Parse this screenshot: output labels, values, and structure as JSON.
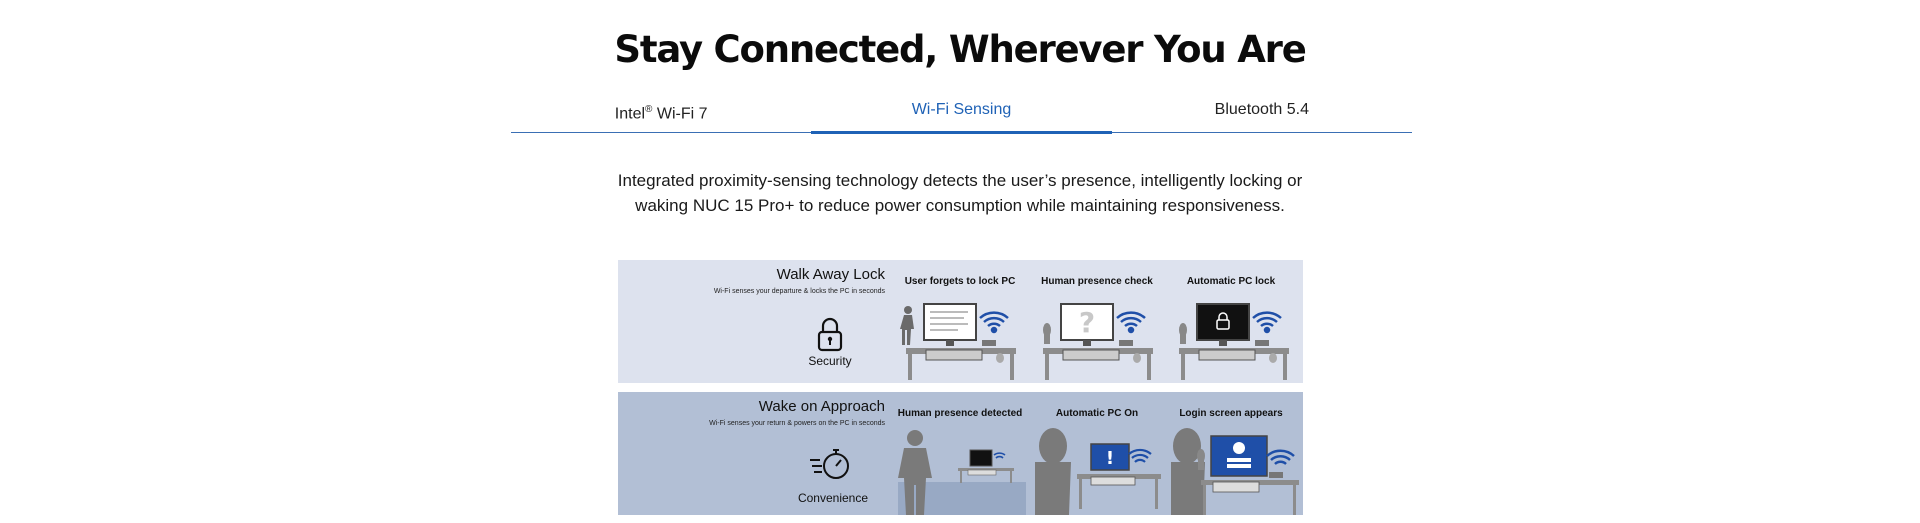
{
  "title": "Stay Connected, Wherever You Are",
  "tabs": [
    {
      "label": "Intel",
      "sup": "®",
      "label_rest": " Wi-Fi 7",
      "active": false
    },
    {
      "label": "Wi-Fi Sensing",
      "active": true
    },
    {
      "label": "Bluetooth 5.4",
      "active": false
    }
  ],
  "description": {
    "line1": "Integrated proximity-sensing technology detects the user’s presence, intelligently locking or",
    "line2": "waking NUC 15 Pro+ to reduce power consumption while maintaining responsiveness."
  },
  "colors": {
    "accent": "#1f62b6",
    "panel_light": "#dde2ee",
    "panel_dark": "#b2bfd5",
    "wifi": "#1f4fa8",
    "desk": "#8c8c8c"
  },
  "walk_away": {
    "title": "Walk Away Lock",
    "subtitle": "Wi-Fi senses your departure & locks the PC in seconds",
    "icon": "padlock-icon",
    "icon_label": "Security",
    "steps": [
      "User forgets to lock PC",
      "Human presence check",
      "Automatic PC lock"
    ]
  },
  "wake": {
    "title": "Wake on Approach",
    "subtitle": "Wi-Fi senses your return & powers on the PC in seconds",
    "icon": "stopwatch-icon",
    "icon_label": "Convenience",
    "steps": [
      "Human presence detected",
      "Automatic PC On",
      "Login screen appears"
    ]
  }
}
